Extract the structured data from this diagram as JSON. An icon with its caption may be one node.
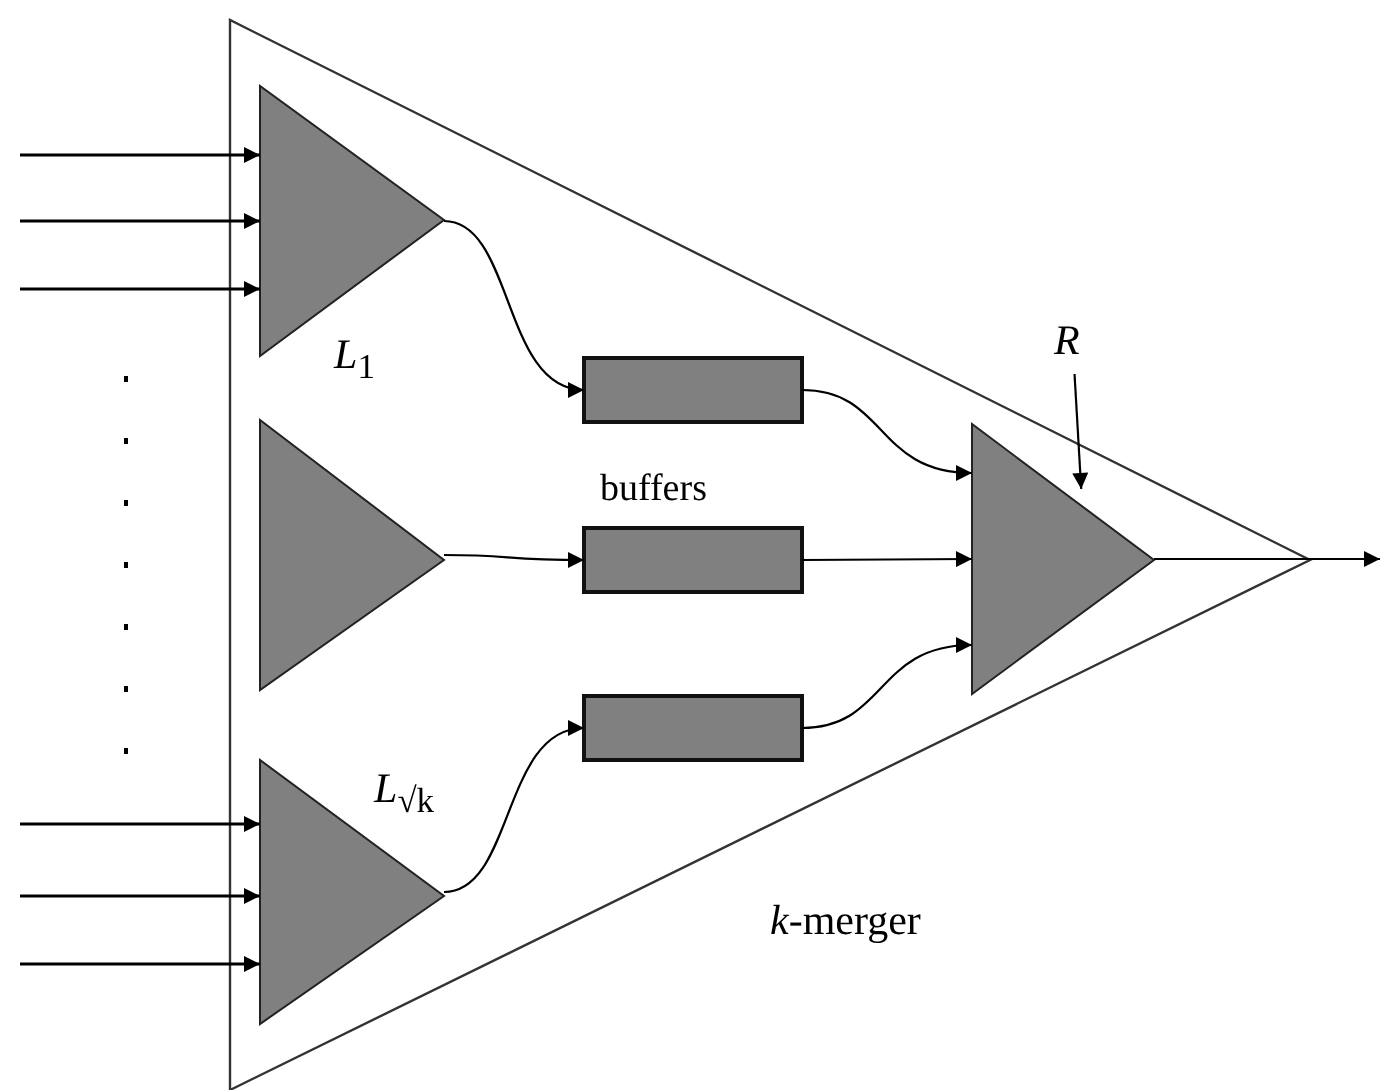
{
  "diagram": {
    "nodes": [
      {
        "text": [
          "*k*-merger"
        ]
      },
      {
        "text": [
          "*L*$_{1}$"
        ],
        "in": 0
      },
      {
        "text": [],
        "shape": "triangle",
        "in": 0
      },
      {
        "text": [
          "*L*$_{√k}$"
        ],
        "in": 0
      },
      {
        "text": [],
        "shape": "box",
        "in": 0
      },
      {
        "text": [],
        "shape": "box",
        "in": 0
      },
      {
        "text": [],
        "shape": "box",
        "in": 0
      },
      {
        "text": [],
        "shape": "triangle",
        "in": 0
      },
      {
        "text": [
          "*R*"
        ]
      }
    ],
    "edges": [
      {
        "from": null,
        "to": 1,
        "arrow": "to"
      },
      {
        "from": null,
        "to": 1,
        "arrow": "to"
      },
      {
        "from": null,
        "to": 1,
        "arrow": "to"
      },
      {
        "from": null,
        "to": 3,
        "arrow": "to"
      },
      {
        "from": null,
        "to": 3,
        "arrow": "to"
      },
      {
        "from": null,
        "to": 3,
        "arrow": "to"
      },
      {
        "from": 1,
        "to": 4,
        "arrow": "to"
      },
      {
        "from": 2,
        "to": 5,
        "arrow": "to"
      },
      {
        "from": 3,
        "to": 6,
        "arrow": "to"
      },
      {
        "from": 4,
        "to": 7,
        "arrow": "to"
      },
      {
        "from": 5,
        "to": 7,
        "arrow": "to"
      },
      {
        "from": 6,
        "to": 7,
        "arrow": "to"
      },
      {
        "from": 8,
        "to": 7,
        "arrow": "to"
      },
      {
        "from": 7,
        "to": null,
        "arrow": "to"
      }
    ],
    "labels": [
      "buffers"
    ]
  }
}
